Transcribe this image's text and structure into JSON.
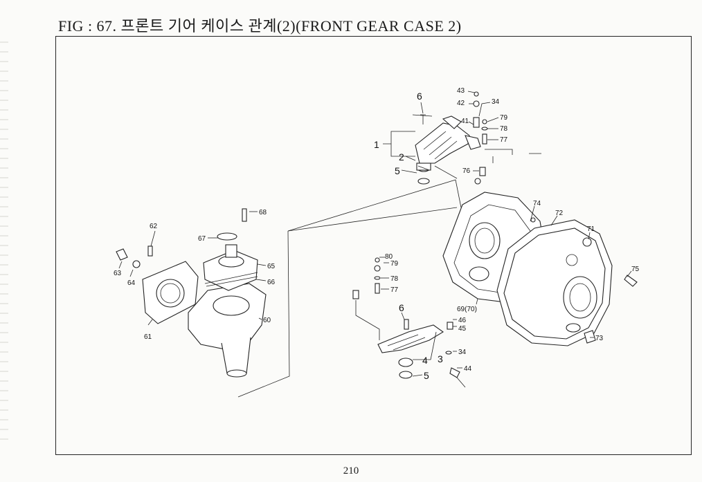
{
  "header": {
    "title": "FIG : 67. 프론트 기어 케이스 관계(2)(FRONT GEAR CASE 2)"
  },
  "footer": {
    "page_number": "210"
  },
  "diagram": {
    "part_labels": {
      "p1": "1",
      "p2": "2",
      "p3": "3",
      "p4": "4",
      "p5a": "5",
      "p5b": "5",
      "p6a": "6",
      "p6b": "6",
      "p34a": "34",
      "p34b": "34",
      "p41": "41",
      "p42": "42",
      "p43": "43",
      "p44": "44",
      "p45": "45",
      "p46": "46",
      "p60": "60",
      "p61": "61",
      "p62": "62",
      "p63": "63",
      "p64": "64",
      "p65": "65",
      "p66": "66",
      "p67": "67",
      "p68": "68",
      "p69": "69(70)",
      "p71": "71",
      "p72": "72",
      "p73": "73",
      "p74": "74",
      "p75": "75",
      "p76": "76",
      "p77a": "77",
      "p77b": "77",
      "p78a": "78",
      "p78b": "78",
      "p79a": "79",
      "p79b": "79",
      "p80": "80"
    }
  }
}
